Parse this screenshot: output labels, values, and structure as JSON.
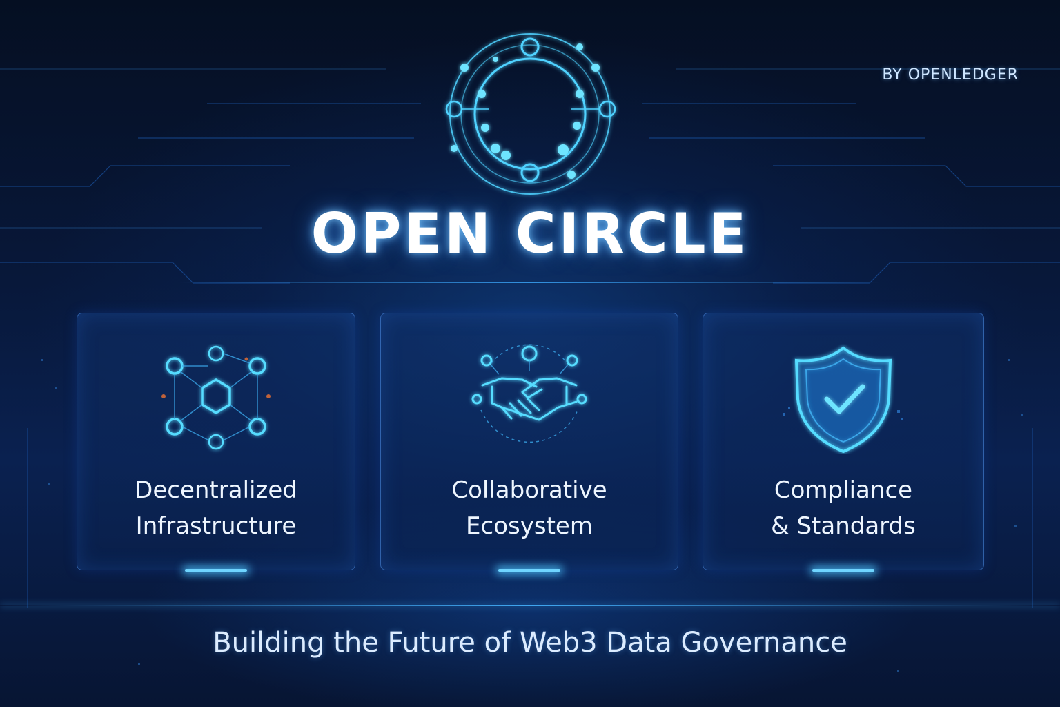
{
  "brand": "BY OPENLEDGER",
  "title": "OPEN CIRCLE",
  "cards": [
    {
      "icon": "network-hexagon-icon",
      "line1": "Decentralized",
      "line2": "Infrastructure"
    },
    {
      "icon": "handshake-icon",
      "line1": "Collaborative",
      "line2": "Ecosystem"
    },
    {
      "icon": "shield-check-icon",
      "line1": "Compliance",
      "line2": "& Standards"
    }
  ],
  "tagline": "Building the Future of Web3 Data Governance",
  "colors": {
    "background": "#061226",
    "accent": "#4fd2ff",
    "text": "#eef6ff"
  }
}
